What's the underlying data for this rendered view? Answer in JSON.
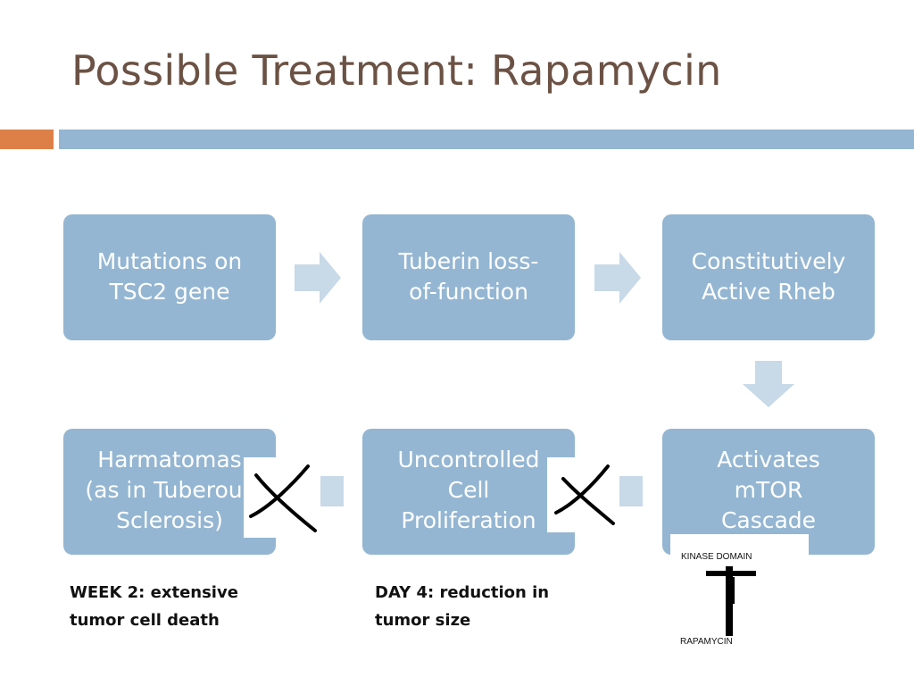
{
  "slide": {
    "title": "Possible Treatment: Rapamycin"
  },
  "boxes": {
    "mutations": {
      "line1": "Mutations on",
      "line2": "TSC2 gene"
    },
    "tuberin": {
      "line1": "Tuberin loss-",
      "line2": "of-function"
    },
    "rheb": {
      "line1": "Constitutively",
      "line2": "Active Rheb"
    },
    "mtor": {
      "line1": "Activates",
      "line2": "mTOR",
      "line3": "Cascade"
    },
    "proliferation": {
      "line1": "Uncontrolled",
      "line2": "Cell",
      "line3": "Proliferation"
    },
    "harmatomas": {
      "line1": "Harmatomas",
      "line2": "(as in Tuberous",
      "line3": "Sclerosis)"
    }
  },
  "notes": {
    "week2": {
      "line1": "WEEK 2: extensive",
      "line2": "tumor cell death"
    },
    "day4": {
      "line1": "DAY 4: reduction in",
      "line2": "tumor size"
    }
  },
  "inset": {
    "top_label": "KINASE DOMAIN",
    "bottom_label": "RAPAMYCIN"
  },
  "colors": {
    "title": "#6b5244",
    "accent_orange": "#dd8047",
    "accent_blue": "#94b6d2",
    "arrow": "#c8d9e8",
    "box_text": "#ffffff"
  },
  "icons": [
    "arrow-right-icon",
    "arrow-down-icon",
    "arrow-left-icon",
    "cross-mark-icon",
    "inhibition-t-icon"
  ]
}
